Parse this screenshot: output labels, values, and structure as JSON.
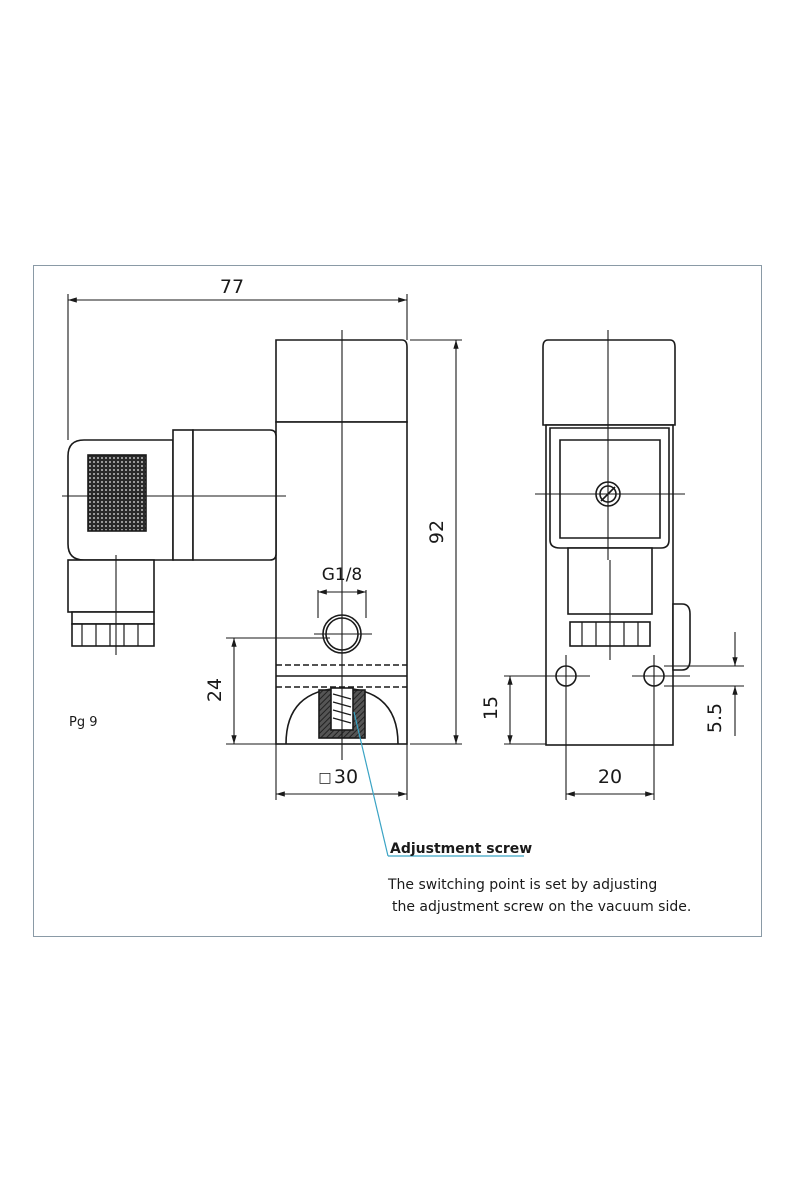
{
  "dimensions": {
    "width_overall": "77",
    "height_overall": "92",
    "thread": "G1/8",
    "height_lower": "24",
    "square_symbol": "□",
    "width_body": "30",
    "hole_height": "15",
    "hole_spacing": "20",
    "hole_diameter": "5.5"
  },
  "labels": {
    "cable_gland": "Pg 9"
  },
  "callout": {
    "title": "Adjustment screw",
    "description_line1": "The switching point is set by adjusting",
    "description_line2": "the adjustment screw on the vacuum side."
  },
  "colors": {
    "line": "#1a1a1a",
    "leader": "#3aa3c4",
    "frame": "#8a9aa6"
  }
}
